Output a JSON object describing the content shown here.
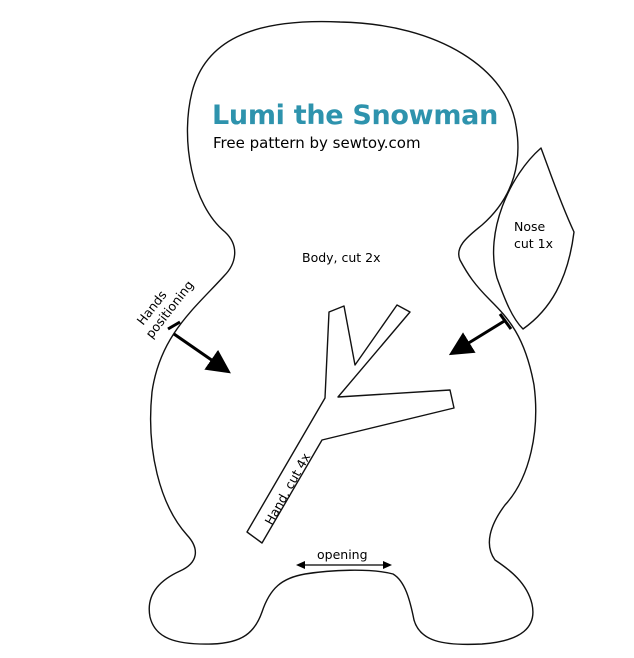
{
  "title": "Lumi the Snowman",
  "subtitle": "Free pattern by sewtoy.com",
  "title_color": "#2e93ad",
  "labels": {
    "body": "Body, cut 2x",
    "nose_line1": "Nose",
    "nose_line2": "cut 1x",
    "hands_line1": "Hands",
    "hands_line2": "positioning",
    "hand": "Hand, cut 4x",
    "opening": "opening"
  }
}
